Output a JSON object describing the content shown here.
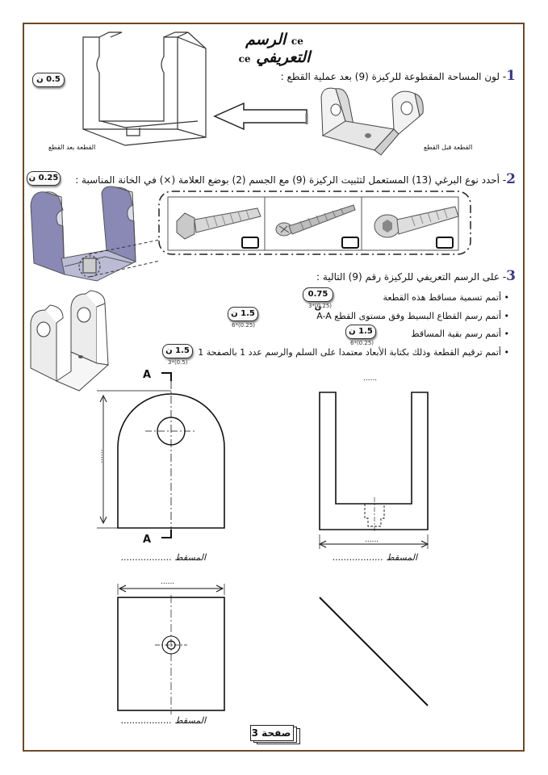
{
  "title": "الرسم التعريفي",
  "title_ornament": "ce",
  "q1": {
    "number": "1",
    "text": "- لون المساحة المقطوعة للركيزة (9) بعد عملية القطع  :",
    "points": "0.5 ن",
    "caption_after": "القطعة بعد القطع",
    "caption_before": "القطعة قبل القطع"
  },
  "q2": {
    "number": "2",
    "text": "- أحدد نوع البرغي (13) المستعمل لتثبيت الركيزة (9) مع الجسم (2) بوضع العلامة (×) في الخانة المناسبة :",
    "points": "0.25 ن",
    "options": [
      "screw-socket-head",
      "screw-countersunk-wood",
      "bolt-hex-head"
    ]
  },
  "q3": {
    "number": "3",
    "text": "- على الرسم التعريفي للركيزة رقم (9) التالية :",
    "tasks": [
      {
        "text": "أتمم تسمية مساقط هذه القطعة",
        "points": "0.75 ن",
        "detail": "3*(0.25)"
      },
      {
        "text": "أتمم رسم القطاع البسيط وفق مستوى القطع  A-A",
        "points": "1.5 ن",
        "detail": "6*(0.25)"
      },
      {
        "text": "أتمم رسم بقية المساقط",
        "points": "1.5 ن",
        "detail": "6*(0.25)"
      },
      {
        "text": "أتمم ترقيم القطعة وذلك بكتابة الأبعاد معتمدا على السلم والرسم عدد 1 بالصفحة 1",
        "points": "1.5 ن",
        "detail": "3*(0.5)"
      }
    ]
  },
  "drawing": {
    "section_letter_top": "A",
    "section_letter_bottom": "A",
    "view_label": "المسقط ..................",
    "dim_placeholder": "......"
  },
  "page": {
    "label": "صفحة 3"
  }
}
